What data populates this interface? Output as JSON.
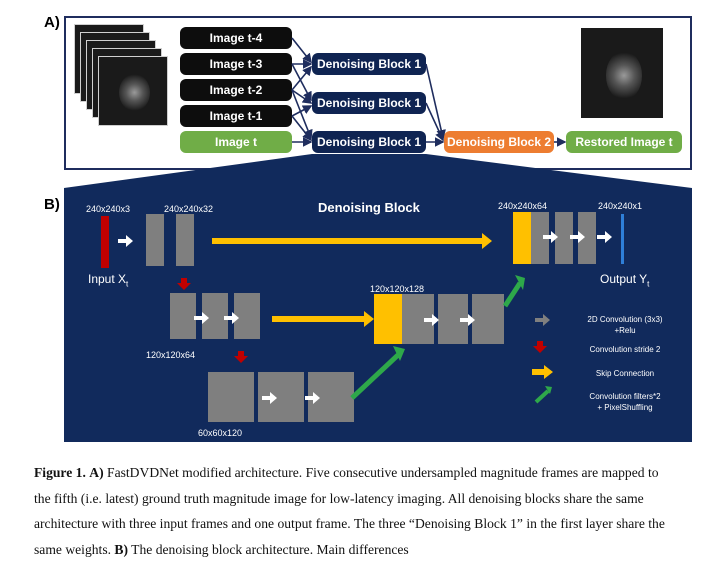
{
  "panel_a": {
    "label": "A)",
    "inputs": [
      "Image t-4",
      "Image t-3",
      "Image t-2",
      "Image t-1",
      "Image t"
    ],
    "block1_labels": [
      "Denoising Block 1",
      "Denoising Block 1",
      "Denoising Block 1"
    ],
    "block2_label": "Denoising Block 2",
    "output_label": "Restored Image t"
  },
  "panel_b": {
    "label": "B)",
    "title": "Denoising Block",
    "dims": {
      "input": "240x240x3",
      "conv1": "240x240x32",
      "mid": "120x120x64",
      "low": "60x60x120",
      "up1": "120x120x128",
      "up2": "240x240x64",
      "out": "240x240x1"
    },
    "input_label": "Input X",
    "input_sub": "t",
    "output_label": "Output Y",
    "output_sub": "t",
    "legend": [
      {
        "lines": [
          "2D Convolution (3x3)",
          "+Relu"
        ]
      },
      {
        "lines": [
          "Convolution stride 2"
        ]
      },
      {
        "lines": [
          "Skip Connection"
        ]
      },
      {
        "lines": [
          "Convolution filters*2",
          "+ PixelShuffling"
        ]
      }
    ]
  },
  "caption": {
    "figure": "Figure 1.",
    "a_label": "A)",
    "a_text": " FastDVDNet modified architecture. Five consecutive undersampled magnitude frames are mapped to the fifth (i.e. latest) ground truth magnitude image for low-latency imaging. All denoising blocks share the same architecture with three input frames and one output frame. The three “Denoising Block 1” in the first layer share the same weights. ",
    "b_label": "B)",
    "b_text": " The denoising block architecture. Main differences"
  },
  "colors": {
    "navy": "#112a5c",
    "dark_navy": "#0f2452",
    "green": "#70ad47",
    "orange": "#ed7d31",
    "yellow": "#ffc000",
    "red": "#c00000",
    "gray": "#7f7f7f",
    "blue": "#2f7fd8"
  }
}
